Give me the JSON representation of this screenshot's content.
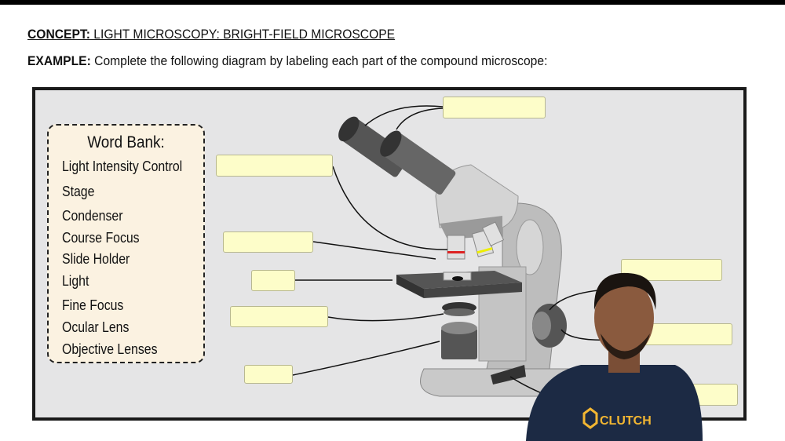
{
  "header": {
    "concept_label": "CONCEPT:",
    "concept_text": " LIGHT MICROSCOPY: BRIGHT-FIELD MICROSCOPE",
    "example_label": "EXAMPLE:",
    "example_text": " Complete the following diagram by labeling each part of the compound microscope:"
  },
  "word_bank": {
    "title": "Word Bank:",
    "words": [
      "Light Intensity Control",
      "Stage",
      "Condenser",
      "Course Focus",
      "Slide Holder",
      "Light",
      "Fine Focus",
      "Ocular Lens",
      "Objective Lenses"
    ]
  },
  "label_boxes": [
    "",
    "",
    "",
    "",
    "",
    "",
    "",
    "",
    ""
  ],
  "presenter": {
    "shirt_logo": "CLUTCH"
  },
  "colors": {
    "label_box": "#fdfdc9",
    "word_bank_bg": "#fbf2e1",
    "diagram_bg": "#e5e5e6",
    "shirt": "#1c2a44",
    "logo": "#f2b632"
  }
}
